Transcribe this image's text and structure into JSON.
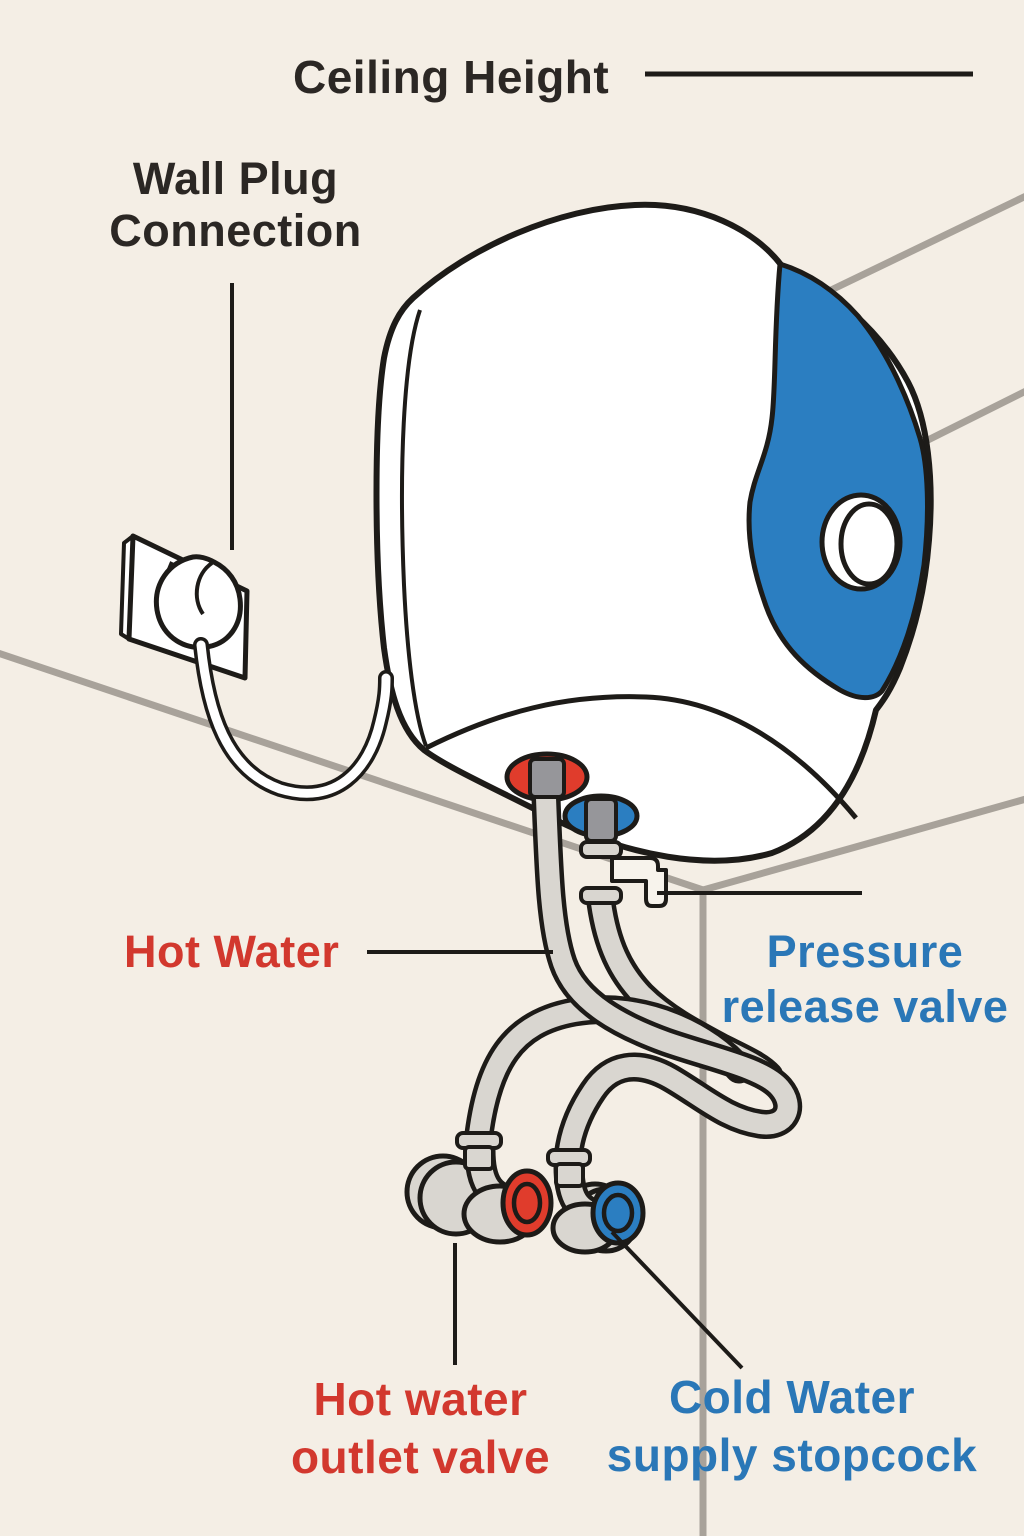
{
  "title": "Water heater installation diagram",
  "colors": {
    "bg": "#f4eee5",
    "ink": "#1d1b18",
    "wall_line": "#a8a29a",
    "pipe": "#d9d6d0",
    "stub": "#96969a",
    "heater_blue": "#2b7ec1",
    "red": "#e03c2c",
    "white": "#ffffff",
    "bracket_white": "#f7f3ec",
    "label_dark": "#2b2724",
    "label_red": "#d2382e",
    "label_blue": "#2a77b7"
  },
  "labels": {
    "ceiling": {
      "text": "Ceiling Height"
    },
    "wall_plug": {
      "line1": "Wall Plug",
      "line2": "Connection"
    },
    "hot_water": {
      "text": "Hot Water"
    },
    "pressure": {
      "line1": "Pressure",
      "line2": "release valve"
    },
    "hot_outlet": {
      "line1": "Hot water",
      "line2": "outlet valve"
    },
    "cold_supply": {
      "line1": "Cold Water",
      "line2": "supply stopcock"
    }
  },
  "diagram_parts": [
    "ceiling-height-leader-line",
    "wall-plug-socket",
    "power-cable",
    "water-heater-body",
    "blue-side-panel",
    "heater-badge-oval",
    "hot-water-port-red",
    "cold-water-port-blue",
    "pressure-release-valve-assembly",
    "hot-water-pipe",
    "cold-water-pipe",
    "hot-water-outlet-valve-red-knob",
    "cold-water-supply-stopcock-blue-knob",
    "wall-corner-lines"
  ]
}
